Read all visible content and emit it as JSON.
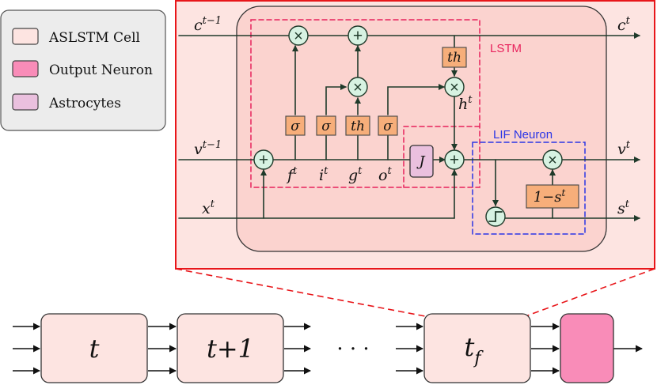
{
  "legend": {
    "items": [
      {
        "label": "ASLSTM Cell",
        "color": "#fde4e1"
      },
      {
        "label": "Output Neuron",
        "color": "#f98cb8"
      },
      {
        "label": "Astrocytes",
        "color": "#eac0de"
      }
    ]
  },
  "cell": {
    "lstm_label": "LSTM",
    "lif_label": "LIF Neuron",
    "inputs": {
      "c_prev": "c",
      "c_prev_sup": "t−1",
      "v_prev": "v",
      "v_prev_sup": "t−1",
      "x": "x",
      "x_sup": "t"
    },
    "outputs": {
      "c": "c",
      "c_sup": "t",
      "v": "v",
      "v_sup": "t",
      "s": "s",
      "s_sup": "t"
    },
    "gates": {
      "f": "f",
      "i": "i",
      "g": "g",
      "o": "o",
      "h": "h",
      "gate_sup": "t"
    },
    "boxes": {
      "sigma": "σ",
      "tanh": "th",
      "astro": "J",
      "reset": "1−s",
      "reset_sup": "t"
    },
    "ops": {
      "mul": "×",
      "add": "+",
      "step": "┐"
    }
  },
  "sequence": {
    "steps": [
      "t",
      "t+1",
      "t"
    ],
    "last_sub": "f",
    "ellipsis": "· · ·"
  },
  "colors": {
    "cell_fill": "#fde4e1",
    "outer_fill": "#fde4e1",
    "outer_border": "#e8161a",
    "box_fill": "#f7ae7a",
    "op_fill": "#d7f2e2",
    "lstm_border": "#e8225c",
    "lif_border": "#2a35e6",
    "line": "#1f3a2a",
    "output_neuron": "#f98cb8",
    "astro": "#eac0de"
  }
}
